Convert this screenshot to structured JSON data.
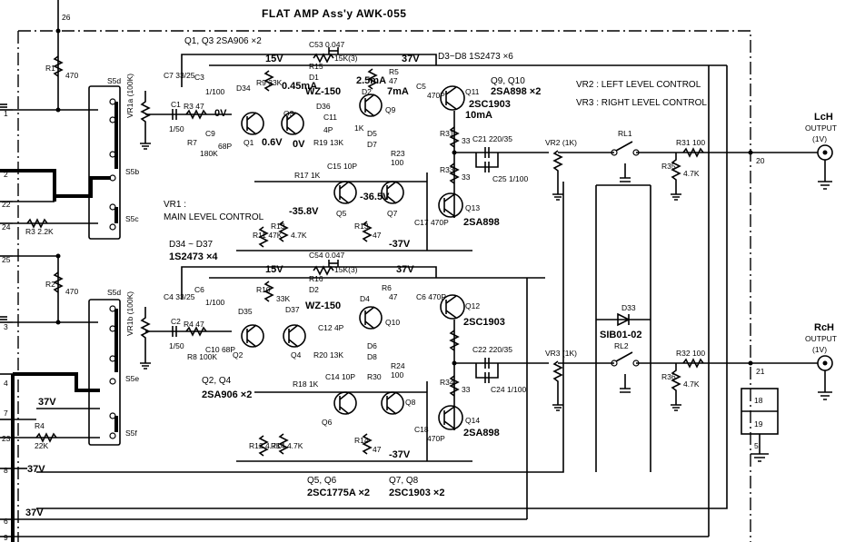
{
  "title": "FLAT AMP Ass'y AWK-055",
  "pins": {
    "p26": "26",
    "p1": "1",
    "p2": "2",
    "p22": "22",
    "p24": "24",
    "p25": "25",
    "p3": "3",
    "p4": "4",
    "p7": "7",
    "p23": "23",
    "p8": "8",
    "p6": "6",
    "p9": "9",
    "p20": "20",
    "p21": "21",
    "p18": "18",
    "p19": "19",
    "p5": "5"
  },
  "labels": {
    "q1q3": "Q1, Q3 2SA906 ×2",
    "c53": "C53 0.047",
    "d3d8": "D3~D8 1S2473 ×6",
    "v15a": "15V",
    "v37a": "37V",
    "r15": "R15",
    "k15a": "15K(3)",
    "r1": "R1",
    "r1v": "470",
    "c7": "C7 33/25",
    "c3": "C3",
    "c3v": "1/100",
    "d34": "D34",
    "r9": "R9 33K",
    "i045": "0.45mA",
    "d1": "D1",
    "wz150a": "WZ-150",
    "r5": "R5",
    "r5v": "47",
    "r5b": "1K",
    "c5": "C5",
    "c5v": "470P",
    "q11": "Q11",
    "q9q10": "Q9, Q10",
    "sa898": "2SA898 ×2",
    "i25": "2.5mA",
    "i7": "7mA",
    "d2": "D2",
    "sc1903": "2SC1903",
    "i10": "10mA",
    "vr2": "VR2 : LEFT LEVEL CONTROL",
    "vr3": "VR3 : RIGHT LEVEL CONTROL",
    "lch": "LcH",
    "out1": "OUTPUT",
    "v1a": "(1V)",
    "s5d": "S5d",
    "s5b": "S5b",
    "s5c": "S5c",
    "vr1a": "VR1a (100K)",
    "c1": "C1",
    "c1v": "1/50",
    "r3": "R3 47",
    "r7": "R7",
    "r7v": "180K",
    "c9": "C9",
    "c9v": "68P",
    "v0a": "0V",
    "v06": "0.6V",
    "v0b": "0V",
    "q1": "Q1",
    "q3": "Q3",
    "d36": "D36",
    "c11": "C11",
    "c11v": "4P",
    "r19": "R19 13K",
    "r23": "R23",
    "r23v": "100",
    "d5": "D5",
    "d7": "D7",
    "q9": "Q9",
    "c25": "C25 1/100",
    "c21": "C21 220/35",
    "vr2k": "VR2 (1K)",
    "rl1": "RL1",
    "r31": "R31 100",
    "r35": "R35",
    "r35v": "4.7K",
    "r31b": "R31",
    "r31bv": "33",
    "r33": "R33",
    "r33v": "33",
    "rn1k": "R17 1K",
    "c15": "C15 10P",
    "v365": "-36.5V",
    "q5": "Q5",
    "q7": "Q7",
    "vr1main": "VR1 :",
    "vr1main2": "MAIN LEVEL CONTROL",
    "v358": "-35.8V",
    "r13": "R13",
    "r13v": "4.7K",
    "r11": "R11 47K",
    "r13b": "R13",
    "r13bv": "47",
    "c17": "C17 470P",
    "q13": "Q13",
    "sa898b": "2SA898",
    "v37m": "-37V",
    "r3b": "R3 2.2K",
    "d34d37": "D34 ~ D37",
    "s2473x4": "1S2473 ×4",
    "c54": "C54 0.047",
    "r16": "R16",
    "k15b": "15K(3)",
    "v15b": "15V",
    "v37b": "37V",
    "r2": "R2",
    "r2v": "470",
    "c4": "C4 33/25",
    "c6": "C6",
    "c6v": "1/100",
    "r10": "R10",
    "r10v": "33K",
    "d2b": "D2",
    "wz150b": "WZ-150",
    "c6b": "C6 470P",
    "q12": "Q12",
    "sc1903b": "2SC1903",
    "d35": "D35",
    "d37": "D37",
    "c12": "C12 4P",
    "r6": "R6",
    "r6v": "47",
    "d4": "D4",
    "q10": "Q10",
    "vr1b": "VR1b (100K)",
    "c2": "C2",
    "c2v": "1/50",
    "r4": "R4 47",
    "r8": "R8 100K",
    "c10": "C10 68P",
    "q2": "Q2",
    "q4": "Q4",
    "r20": "R20 13K",
    "d6": "D6",
    "d8": "D8",
    "r24": "R24",
    "r24v": "100",
    "c22": "C22 220/35",
    "vr3k": "VR3 (1K)",
    "rl2": "RL2",
    "r32": "R32 100",
    "r36": "R36",
    "r36v": "4.7K",
    "d33": "D33",
    "sib": "SIB01-02",
    "rch": "RcH",
    "out2": "OUTPUT",
    "v1b": "(1V)",
    "s5e": "S5e",
    "s5f": "S5f",
    "r34": "R34",
    "r34v": "33",
    "c14": "C14 10P",
    "r18": "R18 1K",
    "q6": "Q6",
    "q8": "Q8",
    "r30": "R30",
    "c24": "C24 1/100",
    "q2q4": "Q2, Q4",
    "sa906b": "2SA906 ×2",
    "r12": "R12 4.7K",
    "r14": "R14 4.7K",
    "r14b": "R14",
    "r14bv": "47",
    "c18": "C18",
    "c18v": "470P",
    "q14": "Q14",
    "sa898c": "2SA898",
    "v37n": "-37V",
    "v37l": "37V",
    "r4b": "R4",
    "r4bv": "22K",
    "q5q6": "Q5, Q6",
    "sc1775": "2SC1775A ×2",
    "q7q8": "Q7, Q8",
    "sc1903c": "2SC1903 ×2",
    "v37p": "-37V",
    "v37q": "37V"
  }
}
